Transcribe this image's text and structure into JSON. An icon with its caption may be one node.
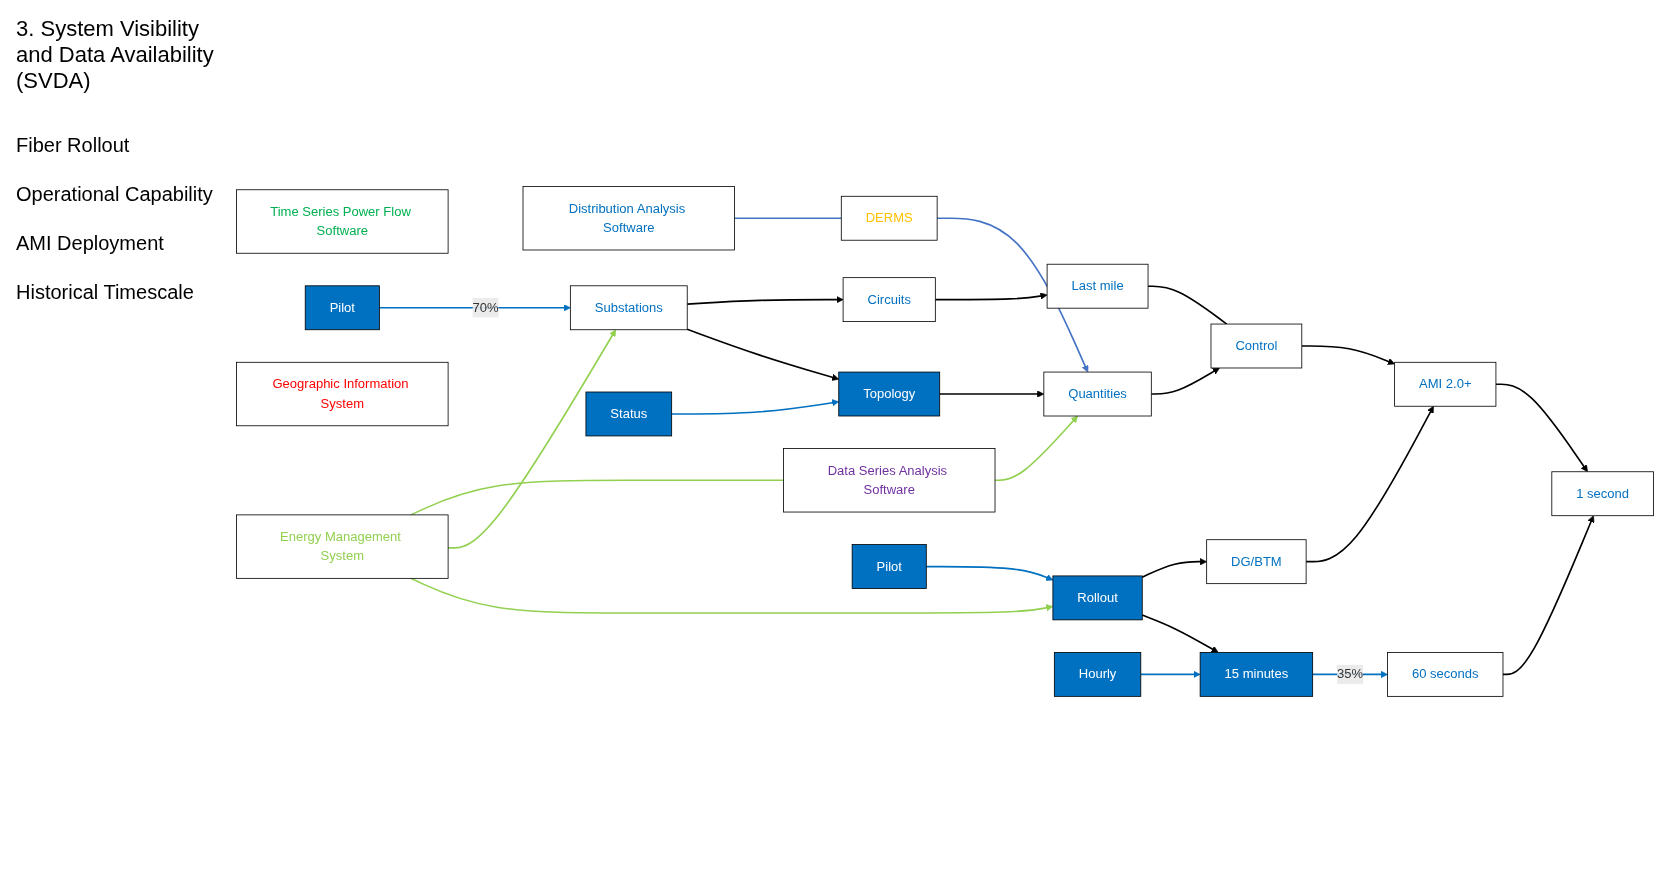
{
  "diagram": {
    "title": "3. System Visibility and Data Availability (SVDA)",
    "nodes": [
      {
        "text": [
          "Distribution Analysis Software"
        ]
      },
      {
        "text": [
          "DERMS"
        ]
      },
      {
        "text": [
          "Time Series Power Flow Software"
        ]
      },
      {
        "text": [
          "Energy Management System"
        ]
      },
      {
        "text": [
          "Data Series Analysis Software"
        ]
      },
      {
        "text": [
          "Geographic Information System"
        ]
      },
      {
        "text": [
          "Pilot"
        ]
      },
      {
        "text": [
          "Substations"
        ]
      },
      {
        "text": [
          "Circuits"
        ]
      },
      {
        "text": [
          "Last mile"
        ]
      },
      {
        "text": [
          "Status"
        ]
      },
      {
        "text": [
          "Topology"
        ]
      },
      {
        "text": [
          "Quantities"
        ]
      },
      {
        "text": [
          "Control"
        ]
      },
      {
        "text": [
          "Pilot"
        ]
      },
      {
        "text": [
          "Rollout"
        ]
      },
      {
        "text": [
          "DG/BTM"
        ]
      },
      {
        "text": [
          "AMI 2.0+"
        ]
      },
      {
        "text": [
          "Hourly"
        ]
      },
      {
        "text": [
          "15 minutes"
        ]
      },
      {
        "text": [
          "60 seconds"
        ]
      },
      {
        "text": [
          "1 second"
        ]
      }
    ],
    "edges": [
      {
        "from": 0,
        "to": 1,
        "arrow": "none",
        "color": "#4472c4"
      },
      {
        "from": 1,
        "to": 12,
        "arrow": "to",
        "color": "#4472c4"
      },
      {
        "from": 3,
        "to": 4,
        "arrow": "none",
        "color": "#92d050"
      },
      {
        "from": 4,
        "to": 12,
        "arrow": "to",
        "color": "#92d050"
      },
      {
        "from": 3,
        "to": 7,
        "arrow": "to",
        "color": "#92d050"
      },
      {
        "from": 3,
        "to": 15,
        "arrow": "to",
        "color": "#92d050"
      },
      {
        "from": 6,
        "to": 7,
        "arrow": "to",
        "label": "70%",
        "color": "#0070c0"
      },
      {
        "from": 7,
        "to": 8,
        "arrow": "to"
      },
      {
        "from": 8,
        "to": 9,
        "arrow": "to"
      },
      {
        "from": 7,
        "to": 11,
        "arrow": "to"
      },
      {
        "from": 9,
        "to": 13,
        "arrow": "none"
      },
      {
        "from": 10,
        "to": 11,
        "arrow": "to",
        "color": "#0070c0"
      },
      {
        "from": 11,
        "to": 12,
        "arrow": "to"
      },
      {
        "from": 12,
        "to": 13,
        "arrow": "to"
      },
      {
        "from": 13,
        "to": 17,
        "arrow": "to"
      },
      {
        "from": 14,
        "to": 15,
        "arrow": "to",
        "color": "#0070c0"
      },
      {
        "from": 15,
        "to": 16,
        "arrow": "to"
      },
      {
        "from": 16,
        "to": 17,
        "arrow": "to"
      },
      {
        "from": 15,
        "to": 19,
        "arrow": "to"
      },
      {
        "from": 17,
        "to": 21,
        "arrow": "to"
      },
      {
        "from": 18,
        "to": 19,
        "arrow": "to",
        "color": "#0070c0"
      },
      {
        "from": 19,
        "to": 20,
        "arrow": "to",
        "label": "35%",
        "color": "#0070c0"
      },
      {
        "from": 20,
        "to": 21,
        "arrow": "to"
      }
    ],
    "labels": [
      "Fiber Rollout",
      "Operational Capability",
      "AMI Deployment",
      "Historical Timescale"
    ]
  }
}
